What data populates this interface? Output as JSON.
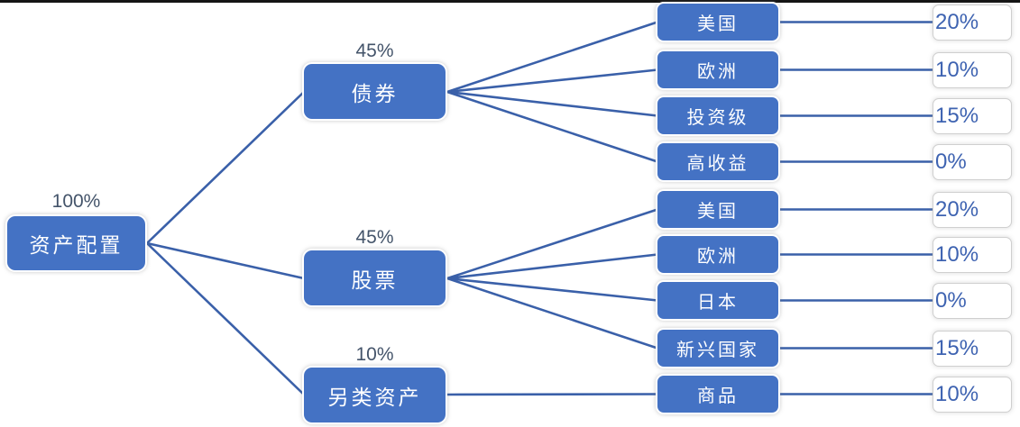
{
  "diagram": {
    "title_hint": "asset allocation tree",
    "colors": {
      "node_fill": "#4472C4",
      "node_text": "#FFFFFF",
      "connector": "#3A60A9",
      "percent_label_text": "#44546A",
      "value_text": "#3E63B1",
      "top_rule": "#141414"
    },
    "root": {
      "label": "资产配置",
      "value": "100%"
    },
    "branches": [
      {
        "label": "债券",
        "value": "45%"
      },
      {
        "label": "股票",
        "value": "45%"
      },
      {
        "label": "另类资产",
        "value": "10%"
      }
    ],
    "leaves": [
      {
        "parent": "债券",
        "label": "美国",
        "value": "20%"
      },
      {
        "parent": "债券",
        "label": "欧洲",
        "value": "10%"
      },
      {
        "parent": "债券",
        "label": "投资级",
        "value": "15%"
      },
      {
        "parent": "债券",
        "label": "高收益",
        "value": "0%"
      },
      {
        "parent": "股票",
        "label": "美国",
        "value": "20%"
      },
      {
        "parent": "股票",
        "label": "欧洲",
        "value": "10%"
      },
      {
        "parent": "股票",
        "label": "日本",
        "value": "0%"
      },
      {
        "parent": "股票",
        "label": "新兴国家",
        "value": "15%"
      },
      {
        "parent": "另类资产",
        "label": "商品",
        "value": "10%"
      }
    ]
  }
}
